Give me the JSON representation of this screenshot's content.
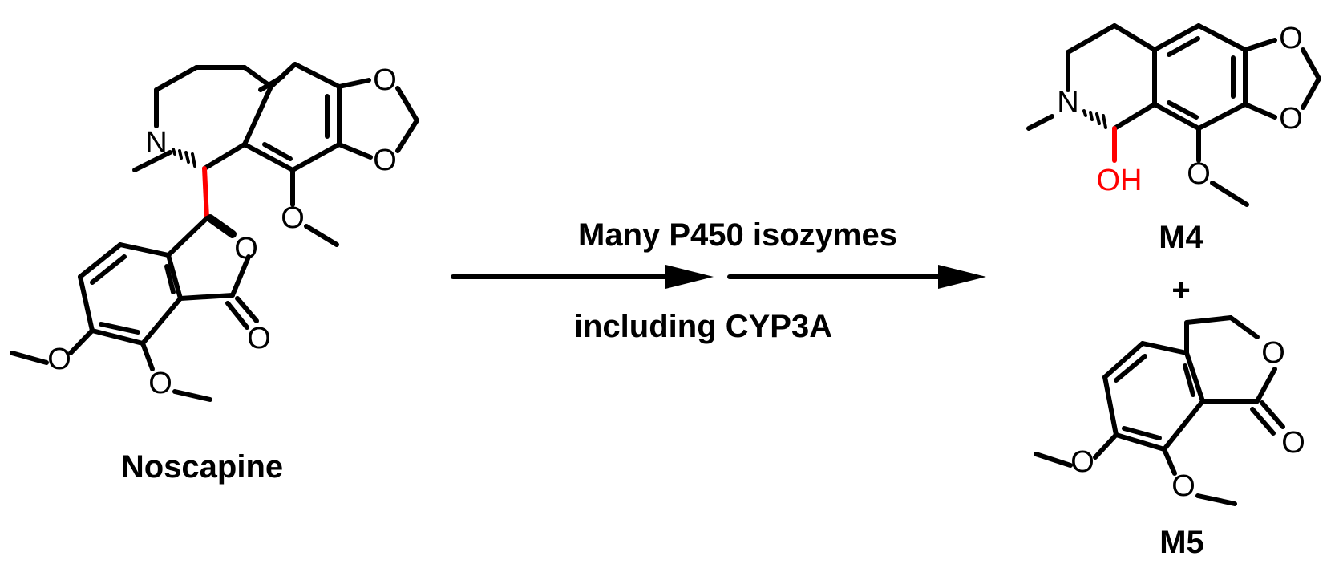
{
  "compounds": {
    "noscapine": {
      "name": "Noscapine",
      "atoms": {
        "n": "N",
        "o1": "O",
        "o2": "O",
        "o3": "O",
        "o4": "O",
        "o5": "O",
        "o6": "O",
        "o7": "O"
      }
    },
    "m4": {
      "name": "M4",
      "atoms": {
        "n": "N",
        "o1": "O",
        "o2": "O",
        "o3": "O",
        "oh": "OH"
      }
    },
    "m5": {
      "name": "M5",
      "atoms": {
        "o1": "O",
        "o2": "O",
        "o3": "O",
        "o4": "O"
      }
    }
  },
  "reaction": {
    "condition_top": "Many P450 isozymes",
    "condition_bottom": "including CYP3A",
    "plus": "+"
  },
  "colors": {
    "highlight": "#ff0000",
    "ink": "#000000"
  }
}
